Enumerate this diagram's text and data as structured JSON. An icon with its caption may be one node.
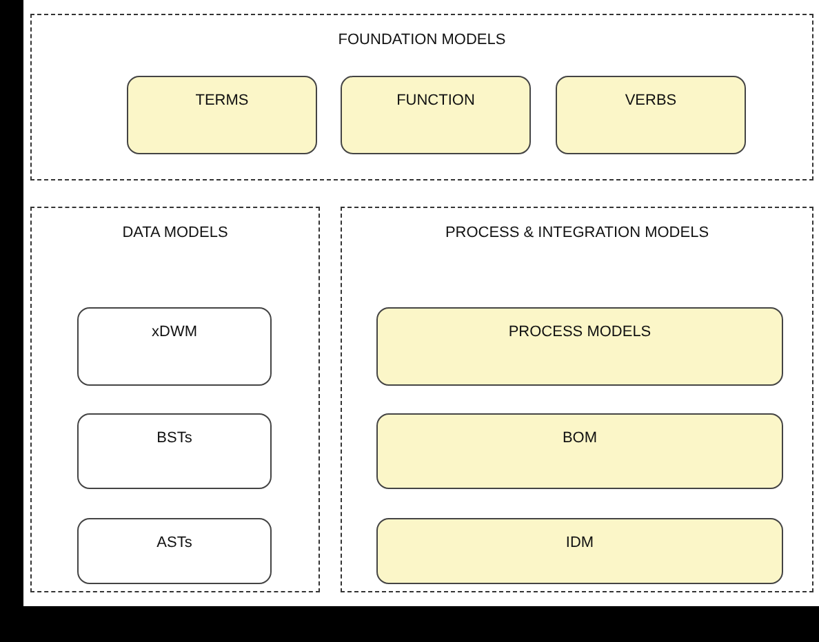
{
  "diagram": {
    "nodes": [
      {
        "text": [
          "FOUNDATION MODELS"
        ]
      },
      {
        "text": [
          "TERMS"
        ],
        "in": 0
      },
      {
        "text": [
          "FUNCTION"
        ],
        "in": 0
      },
      {
        "text": [
          "VERBS"
        ],
        "in": 0
      },
      {
        "text": [
          "DATA MODELS"
        ]
      },
      {
        "text": [
          "xDWM"
        ],
        "in": 4
      },
      {
        "text": [
          "BSTs"
        ],
        "in": 4
      },
      {
        "text": [
          "ASTs"
        ],
        "in": 4
      },
      {
        "text": [
          "PROCESS & INTEGRATION MODELS"
        ]
      },
      {
        "text": [
          "PROCESS MODELS"
        ],
        "in": 8
      },
      {
        "text": [
          "BOM"
        ],
        "in": 8
      },
      {
        "text": [
          "IDM"
        ],
        "in": 8
      }
    ]
  }
}
